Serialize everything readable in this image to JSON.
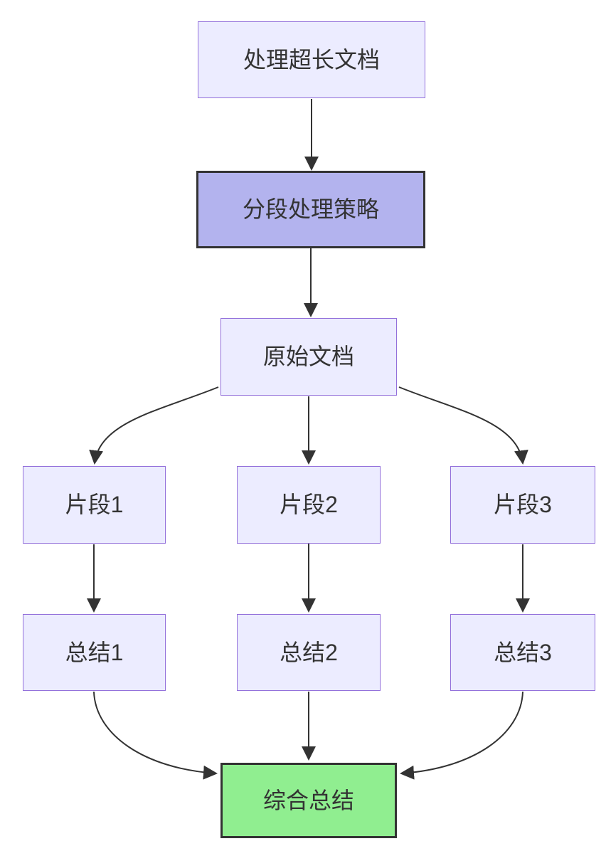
{
  "diagram": {
    "type": "flowchart",
    "direction": "top-down",
    "background_color": "#ffffff",
    "nodes": {
      "start": {
        "label": "处理超长文档",
        "style": "default"
      },
      "strategy": {
        "label": "分段处理策略",
        "style": "highlight"
      },
      "original": {
        "label": "原始文档",
        "style": "default"
      },
      "seg1": {
        "label": "片段1",
        "style": "default"
      },
      "seg2": {
        "label": "片段2",
        "style": "default"
      },
      "seg3": {
        "label": "片段3",
        "style": "default"
      },
      "sum1": {
        "label": "总结1",
        "style": "default"
      },
      "sum2": {
        "label": "总结2",
        "style": "default"
      },
      "sum3": {
        "label": "总结3",
        "style": "default"
      },
      "final": {
        "label": "综合总结",
        "style": "success"
      }
    },
    "edges": [
      {
        "from": "start",
        "to": "strategy"
      },
      {
        "from": "strategy",
        "to": "original"
      },
      {
        "from": "original",
        "to": "seg1"
      },
      {
        "from": "original",
        "to": "seg2"
      },
      {
        "from": "original",
        "to": "seg3"
      },
      {
        "from": "seg1",
        "to": "sum1"
      },
      {
        "from": "seg2",
        "to": "sum2"
      },
      {
        "from": "seg3",
        "to": "sum3"
      },
      {
        "from": "sum1",
        "to": "final"
      },
      {
        "from": "sum2",
        "to": "final"
      },
      {
        "from": "sum3",
        "to": "final"
      }
    ],
    "colors": {
      "default_fill": "#ECECFF",
      "default_border": "#9370DB",
      "highlight_fill": "#b3b3ee",
      "highlight_border": "#333333",
      "success_fill": "#90EE90",
      "success_border": "#333333",
      "edge_stroke": "#333333",
      "text": "#333333"
    }
  }
}
